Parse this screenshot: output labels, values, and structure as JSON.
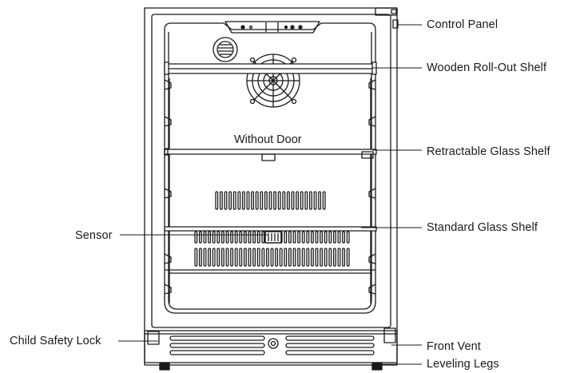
{
  "labels": {
    "control_panel": "Control Panel",
    "wooden_shelf": "Wooden Roll-Out Shelf",
    "without_door": "Without Door",
    "retractable_shelf": "Retractable Glass Shelf",
    "standard_shelf": "Standard Glass Shelf",
    "sensor": "Sensor",
    "child_lock": "Child Safety Lock",
    "front_vent": "Front Vent",
    "leveling_legs": "Leveling Legs"
  },
  "colors": {
    "line": "#1a1a1a",
    "frame_fill": "#ffffff"
  }
}
